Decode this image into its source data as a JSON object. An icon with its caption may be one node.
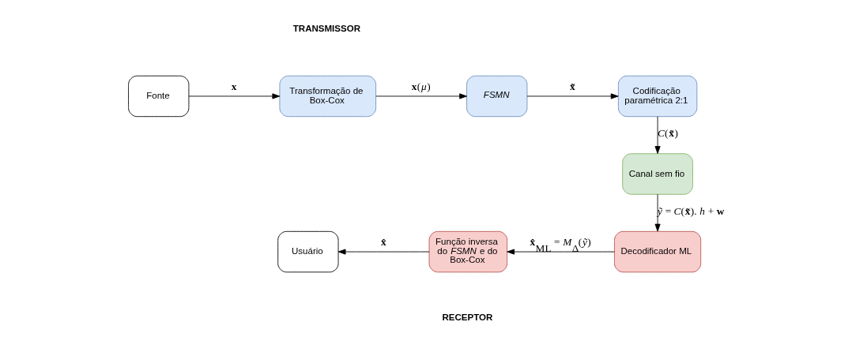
{
  "diagram": {
    "nodes": [
      {
        "text": [
          "Fonte"
        ]
      },
      {
        "text": [
          "Transformação de Box-Cox"
        ]
      },
      {
        "text": [
          "FSMN"
        ]
      },
      {
        "text": [
          "Codificação paramétrica 2:1"
        ]
      },
      {
        "text": [
          "Canal sem fio"
        ]
      },
      {
        "text": [
          "Decodificador ML"
        ]
      },
      {
        "text": [
          "Função inversa do *FSMN* e do Box-Cox"
        ]
      },
      {
        "text": [
          "Usuário"
        ]
      }
    ],
    "edges": [
      {
        "from": 0,
        "to": 1,
        "arrow": "to",
        "label": "**x**"
      },
      {
        "from": 1,
        "to": 2,
        "arrow": "to",
        "label": "**x**(*μ*)"
      },
      {
        "from": 2,
        "to": 3,
        "arrow": "to",
        "label": "**x̃**"
      },
      {
        "from": 3,
        "to": 4,
        "arrow": "to",
        "label": "*C*(**x̃**)"
      },
      {
        "from": 4,
        "to": 5,
        "arrow": "to",
        "label": "*ỹ* = *C*(**x̃**). *h* + **w**"
      },
      {
        "from": 5,
        "to": 6,
        "arrow": "to",
        "label": "**x̂**$_{ML}$ = *M*$_{Δ}$(*ỹ*)"
      },
      {
        "from": 6,
        "to": 7,
        "arrow": "to",
        "label": "**x̂**"
      }
    ],
    "labels": [
      "TRANSMISSOR",
      "RECEPTOR"
    ]
  }
}
